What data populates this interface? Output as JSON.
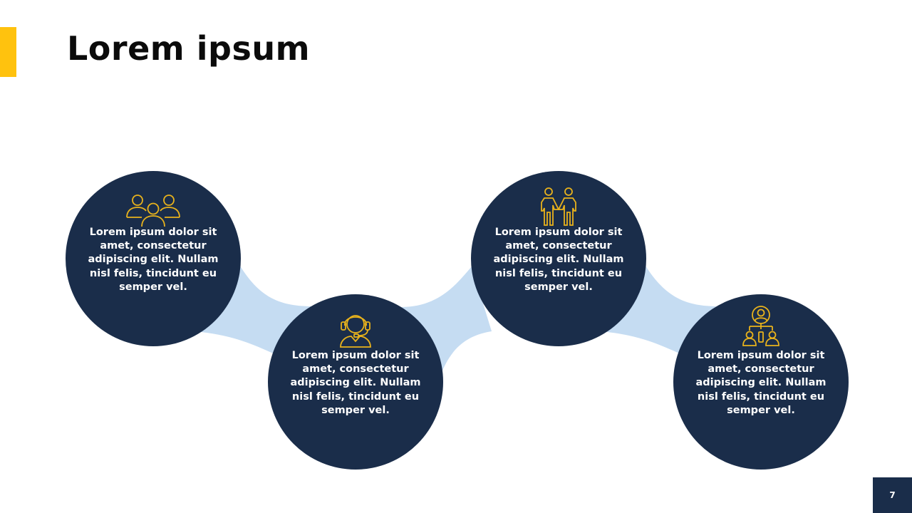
{
  "slide": {
    "title": "Lorem ipsum",
    "page_number": "7"
  },
  "colors": {
    "accent": "#FFC20E",
    "circle": "#1A2D4A",
    "connector": "#C5DCF2",
    "icon": "#E8B21C",
    "text": "#FFFFFF"
  },
  "steps": [
    {
      "icon": "group-icon",
      "text": "Lorem ipsum dolor sit amet, consectetur adipiscing elit. Nullam nisl felis, tincidunt eu semper vel."
    },
    {
      "icon": "headset-support-icon",
      "text": "Lorem ipsum dolor sit amet, consectetur adipiscing elit. Nullam nisl felis, tincidunt eu semper vel."
    },
    {
      "icon": "handshake-people-icon",
      "text": "Lorem ipsum dolor sit amet, consectetur adipiscing elit. Nullam nisl felis, tincidunt eu semper vel."
    },
    {
      "icon": "team-leader-icon",
      "text": "Lorem ipsum dolor sit amet, consectetur adipiscing elit. Nullam nisl felis, tincidunt eu semper vel."
    }
  ]
}
